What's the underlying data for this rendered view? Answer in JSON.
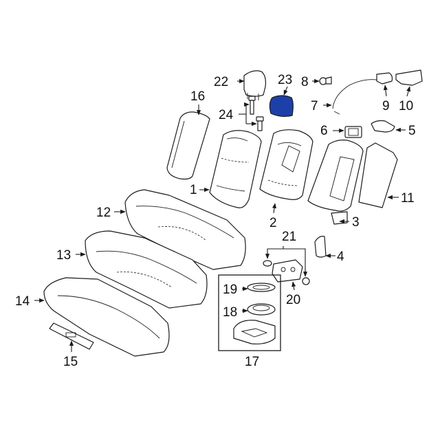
{
  "colors": {
    "highlight": "#1d3fa8",
    "line": "#1a1a1a",
    "background": "#ffffff"
  },
  "callouts": {
    "c1": "1",
    "c2": "2",
    "c3": "3",
    "c4": "4",
    "c5": "5",
    "c6": "6",
    "c7": "7",
    "c8": "8",
    "c9": "9",
    "c10": "10",
    "c11": "11",
    "c12": "12",
    "c13": "13",
    "c14": "14",
    "c15": "15",
    "c16": "16",
    "c17": "17",
    "c18": "18",
    "c19": "19",
    "c20": "20",
    "c21": "21",
    "c22": "22",
    "c23": "23",
    "c24": "24"
  },
  "highlighted_part": "23"
}
